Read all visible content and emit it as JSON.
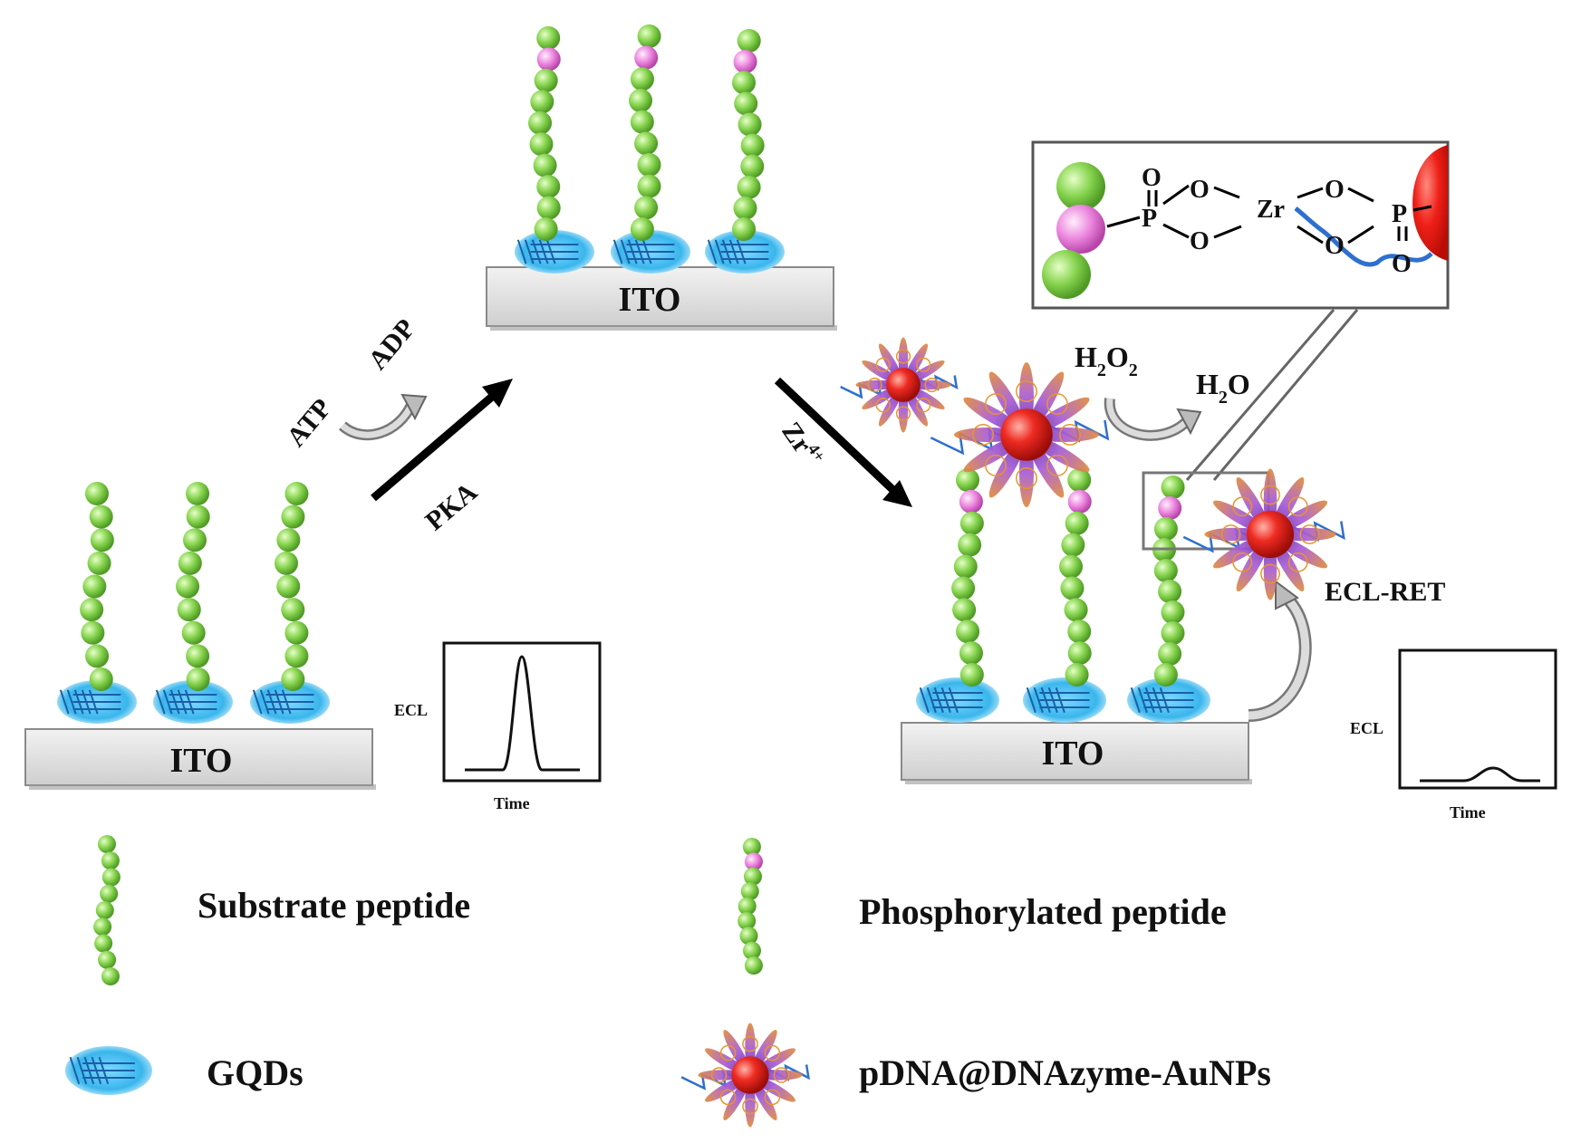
{
  "electrodes": {
    "left": "ITO",
    "top": "ITO",
    "right": "ITO"
  },
  "steps": {
    "atp": "ATP",
    "adp": "ADP",
    "pka": "PKA",
    "zr": "Zr",
    "zr_charge": "4+",
    "h2o2_main": "H",
    "h2o2_sub": "2",
    "h2o2_o": "O",
    "h2o2_sub2": "2",
    "h2o_main": "H",
    "h2o_sub": "2",
    "h2o_o": "O",
    "ecl_ret": "ECL-RET"
  },
  "inset": {
    "o_top": "O",
    "p_left": "P",
    "o_left_top": "O",
    "o_left_bottom": "O",
    "zr": "Zr",
    "o_right_top": "O",
    "o_right_bottom": "O",
    "p_right": "P",
    "o_bottom": "O"
  },
  "ecl_plots": {
    "left": {
      "ylabel": "ECL",
      "xlabel": "Time"
    },
    "right": {
      "ylabel": "ECL",
      "xlabel": "Time"
    }
  },
  "legend": {
    "substrate": "Substrate peptide",
    "phosphorylated": "Phosphorylated peptide",
    "gqds": "GQDs",
    "probe": "pDNA@DNAzyme-AuNPs"
  },
  "colors": {
    "bead_green": "#7ccf45",
    "bead_pink": "#e879d8",
    "gqd_blue": "#38b8ee",
    "ito_gray": "#d9d9d9",
    "aunp_red": "#e0201c",
    "dna_blue": "#2f6fcf",
    "petal_purple": "#7a3fb0"
  }
}
